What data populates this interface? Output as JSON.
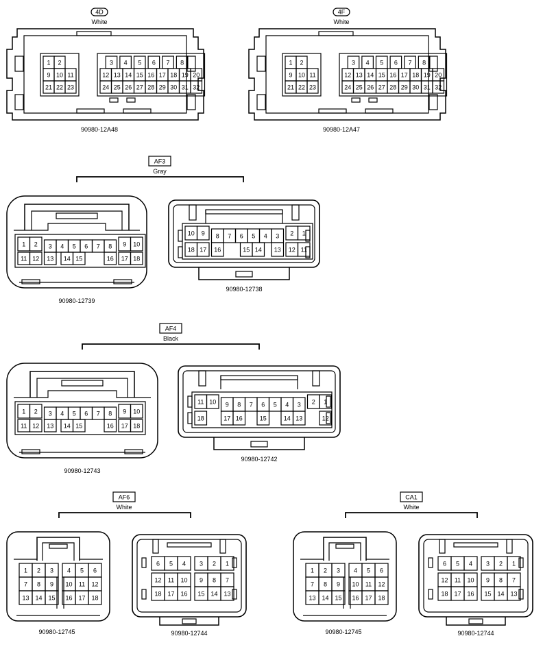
{
  "connectors": {
    "c4d": {
      "code": "4D",
      "color": "White",
      "part": "90980-12A48",
      "pins": [
        "1",
        "2",
        "9",
        "10",
        "11",
        "21",
        "22",
        "23",
        "3",
        "4",
        "5",
        "6",
        "7",
        "8",
        "12",
        "13",
        "14",
        "15",
        "16",
        "17",
        "18",
        "19",
        "20",
        "24",
        "25",
        "26",
        "27",
        "28",
        "29",
        "30",
        "31",
        "32"
      ]
    },
    "c4f": {
      "code": "4F",
      "color": "White",
      "part": "90980-12A47",
      "pins": [
        "1",
        "2",
        "9",
        "10",
        "11",
        "21",
        "22",
        "23",
        "3",
        "4",
        "5",
        "6",
        "7",
        "8",
        "12",
        "13",
        "14",
        "15",
        "16",
        "17",
        "18",
        "19",
        "20",
        "24",
        "25",
        "26",
        "27",
        "28",
        "29",
        "30",
        "31",
        "32"
      ]
    }
  },
  "groups": {
    "af3": {
      "code": "AF3",
      "color": "Gray",
      "male": {
        "part": "90980-12739",
        "pins": [
          "1",
          "2",
          "3",
          "4",
          "5",
          "6",
          "7",
          "8",
          "9",
          "10",
          "11",
          "12",
          "13",
          "14",
          "15",
          "16",
          "17",
          "18"
        ]
      },
      "female": {
        "part": "90980-12738",
        "pins": [
          "10",
          "9",
          "8",
          "7",
          "6",
          "5",
          "4",
          "3",
          "2",
          "1",
          "18",
          "17",
          "16",
          "15",
          "14",
          "13",
          "12",
          "11"
        ]
      }
    },
    "af4": {
      "code": "AF4",
      "color": "Black",
      "male": {
        "part": "90980-12743",
        "pins": [
          "1",
          "2",
          "3",
          "4",
          "5",
          "6",
          "7",
          "8",
          "9",
          "10",
          "11",
          "12",
          "13",
          "14",
          "15",
          "16",
          "17",
          "18"
        ]
      },
      "female": {
        "part": "90980-12742",
        "pins": [
          "11",
          "10",
          "9",
          "8",
          "7",
          "6",
          "5",
          "4",
          "3",
          "2",
          "1",
          "18",
          "17",
          "16",
          "15",
          "14",
          "13",
          "12"
        ]
      }
    },
    "af6": {
      "code": "AF6",
      "color": "White",
      "male": {
        "part": "90980-12745",
        "pins": [
          "1",
          "2",
          "3",
          "4",
          "5",
          "6",
          "7",
          "8",
          "9",
          "10",
          "11",
          "12",
          "13",
          "14",
          "15",
          "16",
          "17",
          "18"
        ]
      },
      "female": {
        "part": "90980-12744",
        "pins": [
          "6",
          "5",
          "4",
          "3",
          "2",
          "1",
          "12",
          "11",
          "10",
          "9",
          "8",
          "7",
          "18",
          "17",
          "16",
          "15",
          "14",
          "13"
        ]
      }
    },
    "ca1": {
      "code": "CA1",
      "color": "White",
      "male": {
        "part": "90980-12745",
        "pins": [
          "1",
          "2",
          "3",
          "4",
          "5",
          "6",
          "7",
          "8",
          "9",
          "10",
          "11",
          "12",
          "13",
          "14",
          "15",
          "16",
          "17",
          "18"
        ]
      },
      "female": {
        "part": "90980-12744",
        "pins": [
          "6",
          "5",
          "4",
          "3",
          "2",
          "1",
          "12",
          "11",
          "10",
          "9",
          "8",
          "7",
          "18",
          "17",
          "16",
          "15",
          "14",
          "13"
        ]
      }
    }
  }
}
